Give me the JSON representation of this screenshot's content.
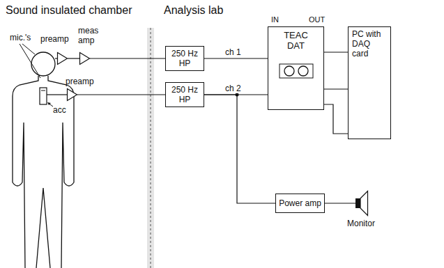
{
  "diagram": {
    "nodes": [
      {
        "text": [
          "preamp"
        ]
      },
      {
        "text": [
          "meas amp"
        ]
      },
      {
        "text": [
          "preamp"
        ]
      },
      {
        "text": [
          "250 Hz HP"
        ]
      },
      {
        "text": [
          "250 Hz HP"
        ]
      },
      {
        "text": [
          "TEAC DAT"
        ]
      },
      {
        "text": [
          "PC with DAQ card"
        ]
      },
      {
        "text": [
          "Power amp"
        ]
      },
      {
        "text": [
          "Monitor"
        ]
      }
    ],
    "edges": [
      {
        "from": 0,
        "to": 1,
        "arrow": "none"
      },
      {
        "from": 1,
        "to": 3,
        "arrow": "none"
      },
      {
        "from": 2,
        "to": 4,
        "arrow": "none"
      },
      {
        "from": 3,
        "to": 5,
        "label": "ch 1",
        "arrow": "none"
      },
      {
        "from": 4,
        "to": 5,
        "label": "ch 2",
        "arrow": "none"
      },
      {
        "from": 4,
        "to": 7,
        "arrow": "none"
      },
      {
        "from": 7,
        "to": 8,
        "arrow": "none"
      },
      {
        "from": 5,
        "to": 6,
        "arrow": "none"
      },
      {
        "from": 5,
        "to": 6,
        "arrow": "none"
      },
      {
        "from": 5,
        "to": 6,
        "arrow": "none"
      }
    ],
    "labels": [
      "Sound insulated chamber",
      "Analysis lab",
      "mic.'s",
      "acc",
      "IN",
      "OUT"
    ]
  }
}
